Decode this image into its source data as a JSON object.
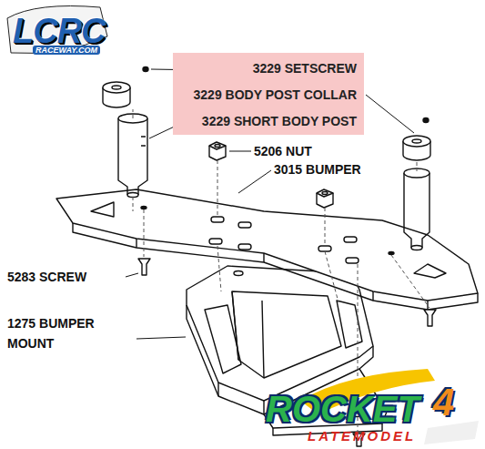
{
  "diagram": {
    "nodes": [
      {
        "text": [
          "3229 SETSCREW",
          "3229 BODY POST COLLAR",
          "3229 SHORT BODY POST"
        ]
      }
    ],
    "labels": [
      "5206 NUT",
      "3015 BUMPER",
      "5283 SCREW",
      "1275 BUMPER MOUNT",
      "LCRC",
      "RACEWAY.COM",
      "ROCKET",
      "4",
      "LATEMODEL"
    ]
  }
}
